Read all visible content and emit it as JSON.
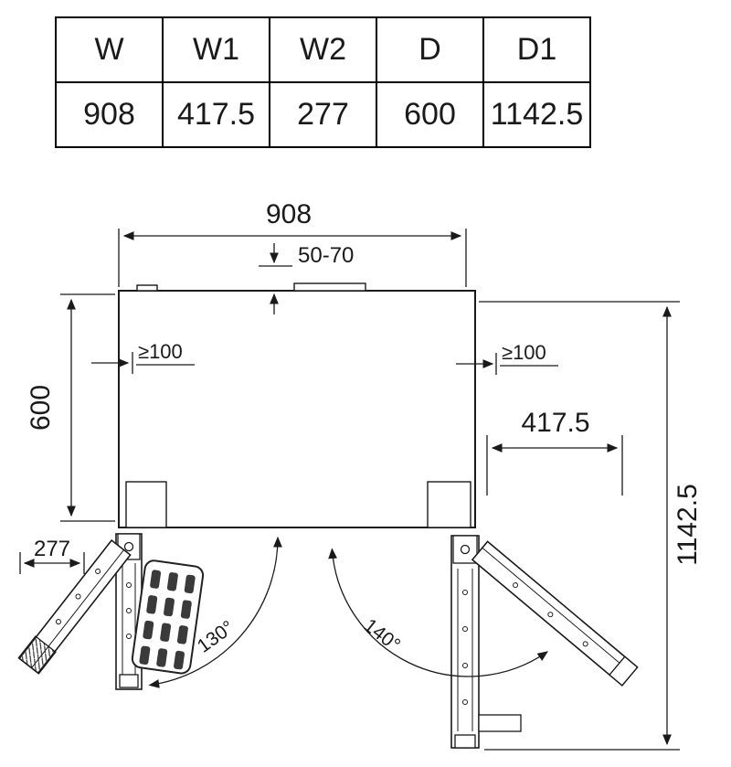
{
  "table": {
    "headers": [
      "W",
      "W1",
      "W2",
      "D",
      "D1"
    ],
    "values": [
      "908",
      "417.5",
      "277",
      "600",
      "1142.5"
    ]
  },
  "diagram": {
    "width_label": "908",
    "gap_label": "50-70",
    "left_clearance_label": "≥100",
    "right_clearance_label": "≥100",
    "depth_label": "600",
    "right_door_width_label": "417.5",
    "left_door_width_label": "277",
    "total_depth_label": "1142.5",
    "left_door_angle_label": "130°",
    "right_door_angle_label": "140°"
  },
  "colors": {
    "line": "#1a1a1a",
    "background": "#ffffff"
  }
}
